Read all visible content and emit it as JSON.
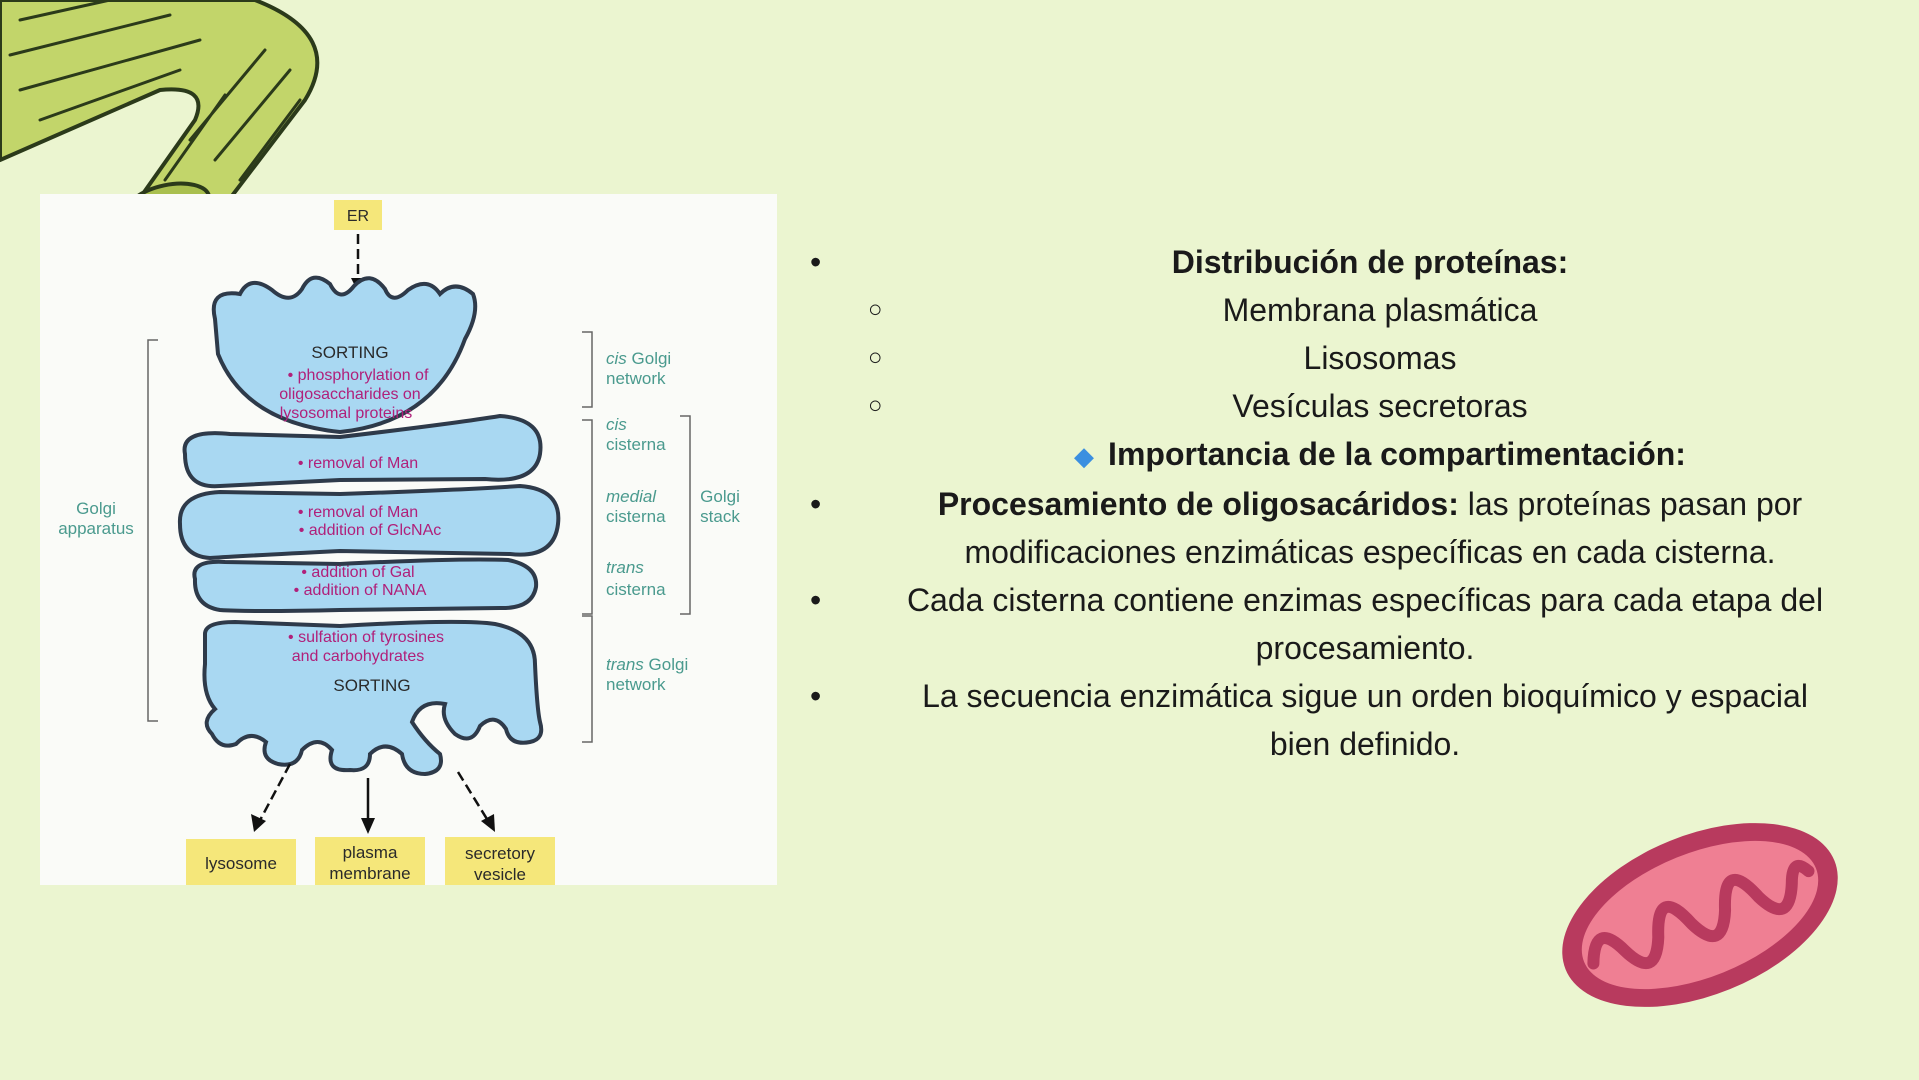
{
  "figure": {
    "er": "ER",
    "sorting_top": "SORTING",
    "sorting_bottom": "SORTING",
    "cis_network_lines": [
      "• phosphorylation of",
      "oligosaccharides on",
      "lysosomal proteins"
    ],
    "cis_cisterna_text": "• removal of Man",
    "medial_lines": [
      "• removal of Man",
      "• addition of GlcNAc"
    ],
    "trans_lines": [
      "• addition of Gal",
      "• addition of NANA"
    ],
    "tgn_lines": [
      "• sulfation of tyrosines",
      "and carbohydrates"
    ],
    "golgi_apparatus": [
      "Golgi",
      "apparatus"
    ],
    "golgi_stack": [
      "Golgi",
      "stack"
    ],
    "cis_golgi_network": {
      "prefix": "cis",
      "word": "Golgi",
      "line2": "network"
    },
    "cis_cisterna": {
      "prefix": "cis",
      "line2": "cisterna"
    },
    "medial_cisterna": {
      "prefix": "medial",
      "line2": "cisterna"
    },
    "trans_cisterna": {
      "prefix": "trans",
      "line2": "cisterna"
    },
    "trans_golgi_network": {
      "prefix": "trans",
      "word": "Golgi",
      "line2": "network"
    },
    "destinations": {
      "lysosome": "lysosome",
      "plasma": [
        "plasma",
        "membrane"
      ],
      "secretory": [
        "secretory",
        "vesicle"
      ]
    }
  },
  "content": {
    "distribution_heading": "Distribución de proteínas:",
    "sub_items": [
      "Membrana plasmática",
      "Lisosomas",
      "Vesículas secretoras"
    ],
    "importance_heading": "Importancia de la compartimentación:",
    "processing_bold": "Procesamiento de oligosacáridos:",
    "processing_rest_1": " las proteínas pasan por",
    "processing_line2": "modificaciones enzimáticas específicas en cada cisterna.",
    "item3_line1": "Cada cisterna contiene enzimas específicas para cada etapa del",
    "item3_line2": "procesamiento.",
    "item4_line1": "La secuencia enzimática sigue un orden bioquímico y espacial",
    "item4_line2": "bien definido."
  },
  "colors": {
    "background": "#ebf5d0",
    "cisterna_fill": "#a9d8f2",
    "label_box": "#f5e77a",
    "diamond": "#3b8fe0",
    "mitochondrion": "#b83a5e"
  }
}
